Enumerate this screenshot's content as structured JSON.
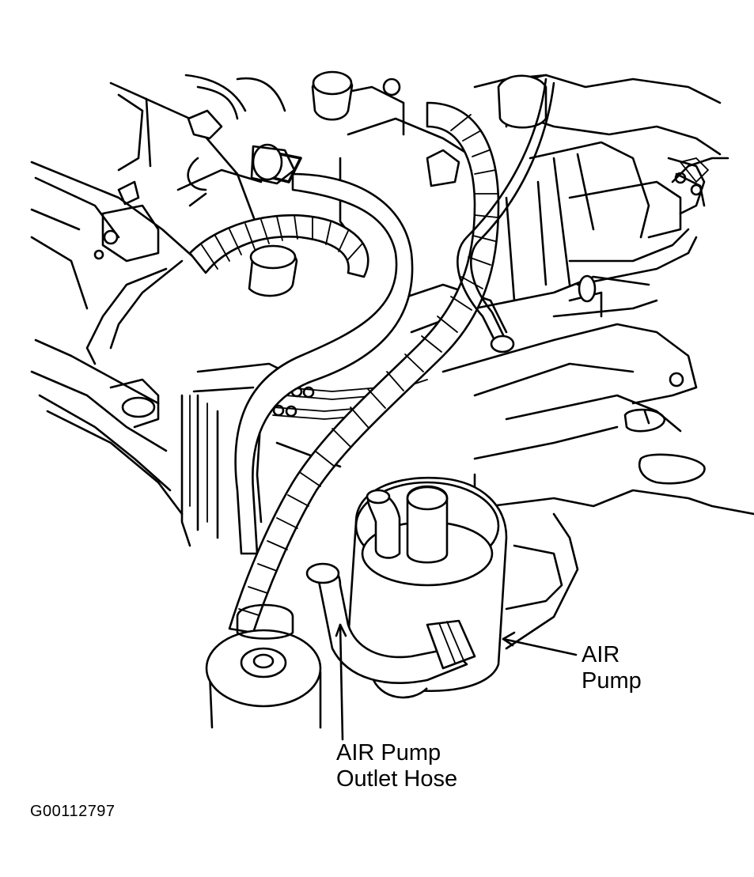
{
  "callouts": [
    {
      "id": "air-pump",
      "lines": [
        "AIR",
        "Pump"
      ]
    },
    {
      "id": "air-pump-outlet-hose",
      "lines": [
        "AIR Pump",
        "Outlet Hose"
      ]
    }
  ],
  "figure_id": "G00112797",
  "colors": {
    "ink": "#000000",
    "paper": "#ffffff"
  }
}
